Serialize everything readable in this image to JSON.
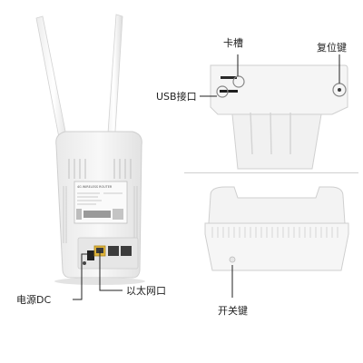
{
  "labels": {
    "card_slot": "卡槽",
    "reset_button": "复位键",
    "usb_port": "USB接口",
    "power_dc": "电源DC",
    "ethernet_port": "以太网口",
    "power_switch": "开关键"
  },
  "router_sticker": {
    "title": "4G WIRELESS ROUTER"
  },
  "colors": {
    "device_white": "#f4f4f4",
    "device_shadow": "#d8d8d8",
    "callout_line": "#222222",
    "ethernet_port_yellow": "#e0b43a"
  }
}
